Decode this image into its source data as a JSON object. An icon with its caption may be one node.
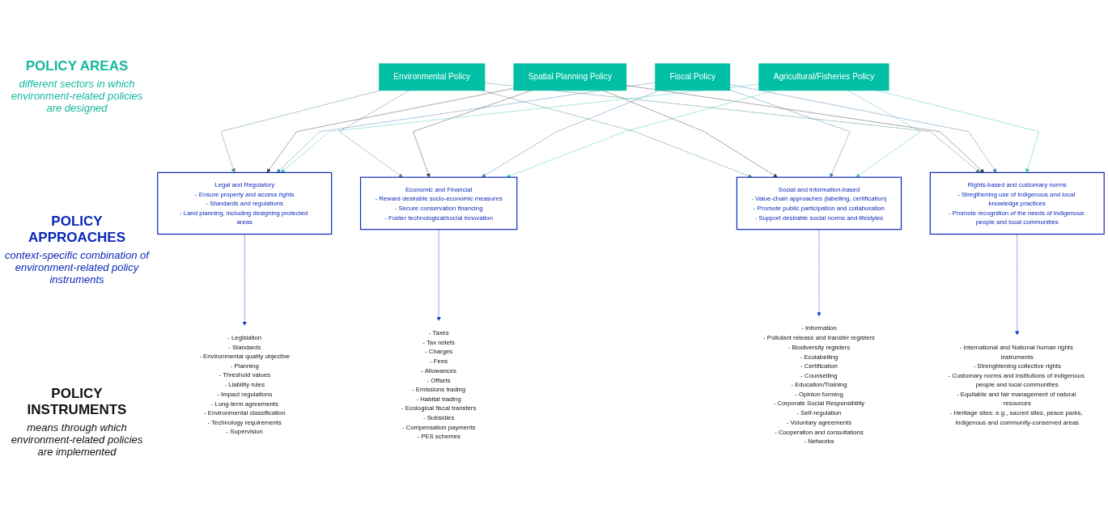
{
  "diagram": {
    "nodes": [
      {
        "text": [
          "Environmental Policy"
        ]
      },
      {
        "text": [
          "Spatial Planning Policy"
        ]
      },
      {
        "text": [
          "Fiscal Policy"
        ]
      },
      {
        "text": [
          "Agricultural/Fisheries Policy"
        ]
      },
      {
        "text": [
          "Legal and Regulatory",
          "- Ensure property and access rights",
          "- Standards and regulations",
          "- Land planning, including designing protected areas"
        ]
      },
      {
        "text": [
          "Economic and Financial",
          "- Reward desirable socio-economic measures",
          "- Secure conservation financing",
          "- Foster technological/social innovation"
        ]
      },
      {
        "text": [
          "Social and information-based",
          "- Value-chain approaches (labelling, certification)",
          "- Promote public participation and collaboration",
          "- Support desirable social norms and lifestyles"
        ]
      },
      {
        "text": [
          "Rights-based and customary norms",
          "- Stregthening use of indigenous and local knowledge practices",
          "- Promote recognition of the needs of indigenous people and local communities"
        ]
      },
      {
        "text": [
          "- Legislation",
          "- Standards",
          "- Environmental quality objective",
          "- Planning",
          "- Threshold values",
          "- Liability rules",
          "- Impact regulations",
          "- Long-term agreements",
          "- Environmental classification",
          "- Technology requirements",
          "- Supervision"
        ]
      },
      {
        "text": [
          "- Taxes",
          "- Tax reliefs",
          "- Charges",
          "- Fees",
          "- Allowances",
          "- Offsets",
          "- Emissions trading",
          "- Habitat trading",
          "- Ecological fiscal transfers",
          "- Subsidies",
          "-  Compensation payments",
          "-  PES schemes"
        ]
      },
      {
        "text": [
          "- Information",
          "- Pollutant release and transfer registers",
          "- Biodiversity registers",
          "- Ecolabelling",
          "- Certification",
          "- Counselling",
          "- Education/Training",
          "- Opinion forming",
          "- Corporate Social Responsibility",
          "- Self-regulation",
          "- Voluntary agreements",
          "- Cooperation and consultations",
          "- Networks"
        ]
      },
      {
        "text": [
          "- International and National human rights instruments",
          "- Strenghtening collective rights",
          "- Customary norms and insittutions of indigenous people and local communities",
          "- Equitable and fair management of natural resources",
          "- Heritage sites: e.g., sacred sites, peace parks, indigenous and community-conserved areas"
        ]
      }
    ],
    "edges": [
      {
        "from": 0,
        "to": 4,
        "arrow": "to",
        "style": "dashed",
        "color": "#4f8a8b"
      },
      {
        "from": 0,
        "to": 5,
        "arrow": "to",
        "style": "dashed",
        "color": "#4f8a8b"
      },
      {
        "from": 0,
        "to": 6,
        "arrow": "to",
        "style": "dashed",
        "color": "#4f8a8b"
      },
      {
        "from": 0,
        "to": 7,
        "arrow": "to",
        "style": "dashed",
        "color": "#4f8a8b"
      },
      {
        "from": 1,
        "to": 4,
        "arrow": "to",
        "style": "dashed",
        "color": "#404040"
      },
      {
        "from": 1,
        "to": 5,
        "arrow": "to",
        "style": "dashed",
        "color": "#404040"
      },
      {
        "from": 1,
        "to": 6,
        "arrow": "to",
        "style": "dashed",
        "color": "#404040"
      },
      {
        "from": 1,
        "to": 7,
        "arrow": "to",
        "style": "dashed",
        "color": "#404040"
      },
      {
        "from": 2,
        "to": 4,
        "arrow": "to",
        "style": "dashed",
        "color": "#4a7fb0"
      },
      {
        "from": 2,
        "to": 5,
        "arrow": "to",
        "style": "dashed",
        "color": "#4a7fb0"
      },
      {
        "from": 2,
        "to": 6,
        "arrow": "to",
        "style": "dashed",
        "color": "#4a7fb0"
      },
      {
        "from": 2,
        "to": 7,
        "arrow": "to",
        "style": "dashed",
        "color": "#4a7fb0"
      },
      {
        "from": 3,
        "to": 4,
        "arrow": "to",
        "style": "dashed",
        "color": "#3cc8b4"
      },
      {
        "from": 3,
        "to": 5,
        "arrow": "to",
        "style": "dashed",
        "color": "#3cc8b4"
      },
      {
        "from": 3,
        "to": 6,
        "arrow": "to",
        "style": "dashed",
        "color": "#3cc8b4"
      },
      {
        "from": 3,
        "to": 7,
        "arrow": "to",
        "style": "dashed",
        "color": "#3cc8b4"
      },
      {
        "from": 4,
        "to": 8,
        "arrow": "to",
        "style": "dashed",
        "color": "#1a3fc4"
      },
      {
        "from": 5,
        "to": 9,
        "arrow": "to",
        "style": "dashed",
        "color": "#1a3fc4"
      },
      {
        "from": 6,
        "to": 10,
        "arrow": "to",
        "style": "dashed",
        "color": "#1a3fc4"
      },
      {
        "from": 7,
        "to": 11,
        "arrow": "to",
        "style": "dashed",
        "color": "#1a3fc4"
      }
    ],
    "labels": [
      "POLICY AREAS",
      "different sectors in which environment-related policies are designed",
      "POLICY APPROACHES",
      "context-specific combination of environment-related policy instruments",
      "POLICY INSTRUMENTS",
      "means through which environment-related policies are implemented"
    ]
  }
}
